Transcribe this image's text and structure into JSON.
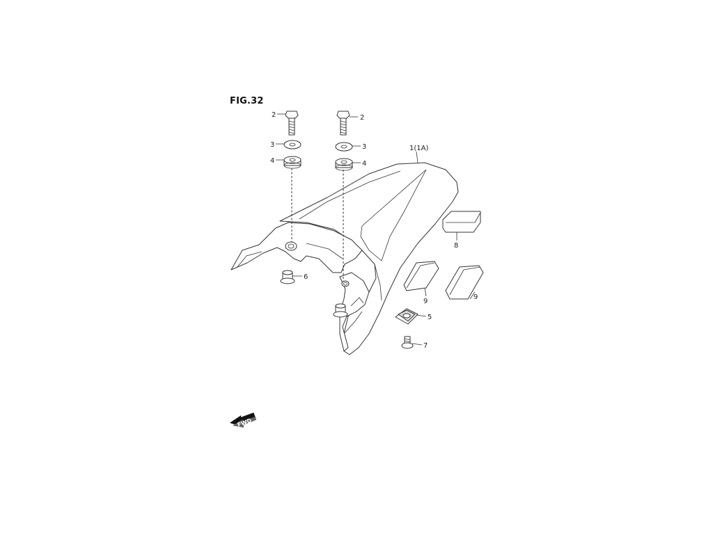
{
  "figure": {
    "title": "FIG.32"
  },
  "callouts": {
    "bolt_left": "2",
    "bolt_right": "2",
    "washer_left": "3",
    "washer_right": "3",
    "grommet_left": "4",
    "grommet_right": "4",
    "cover": "1(1A)",
    "nut_clip": "5",
    "nut_left": "6",
    "screw": "7",
    "pad_top": "8",
    "pad_mid": "9",
    "pad_right": "9"
  },
  "direction_arrow": {
    "label": "FWD"
  }
}
